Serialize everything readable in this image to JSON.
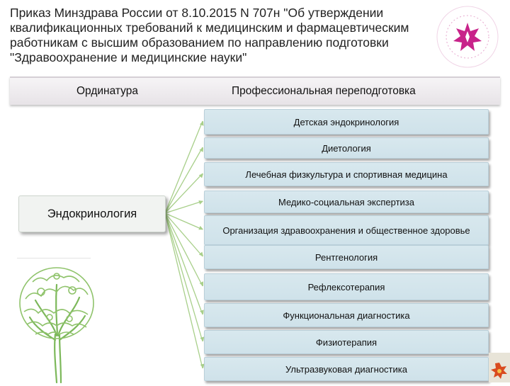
{
  "header": {
    "title": "Приказ Минздрава России от 8.10.2015 N 707н \"Об утверждении квалификационных требований к медицинским и фармацевтическим работникам с высшим образованием по направлению подготовки \"Здравоохранение и медицинские науки\""
  },
  "logo": {
    "icon": "ministry-emblem-icon",
    "accent": "#c8238a"
  },
  "table_header": {
    "left": "Ординатура",
    "right": "Профессиональная переподготовка"
  },
  "source": {
    "label": "Эндокринология"
  },
  "specialties": [
    {
      "label": "Детская эндокринология"
    },
    {
      "label": "Диетология"
    },
    {
      "label": "Лечебная физкультура и спортивная медицина"
    },
    {
      "label": "Медико-социальная экспертиза"
    },
    {
      "label": "Организация здравоохранения и общественное здоровье"
    },
    {
      "label": "Рентгенология"
    },
    {
      "label": "Рефлексотерапия"
    },
    {
      "label": "Функциональная диагностика"
    },
    {
      "label": "Физиотерапия"
    },
    {
      "label": "Ультразвуковая диагностика"
    }
  ],
  "colors": {
    "connector": "#a8cf8a",
    "box_fill": "#d4e6ed",
    "tree": "#7cb85a"
  }
}
